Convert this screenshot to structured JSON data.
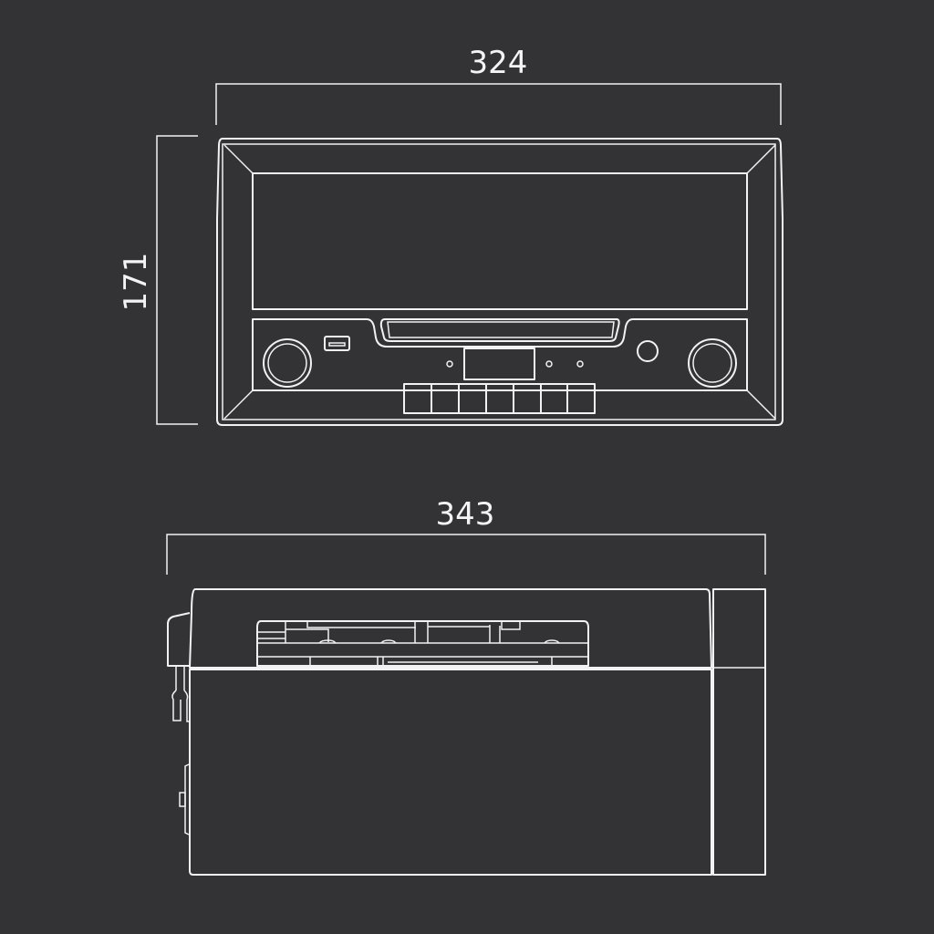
{
  "diagram": {
    "background": "#333335",
    "line_color": "#f2f2f2",
    "front_view": {
      "width_label": "324",
      "height_label": "171",
      "unit": "mm",
      "buttons_count": 7,
      "knobs": [
        "volume-knob",
        "tuning-knob"
      ]
    },
    "side_view": {
      "depth_label": "343",
      "unit": "mm"
    }
  }
}
